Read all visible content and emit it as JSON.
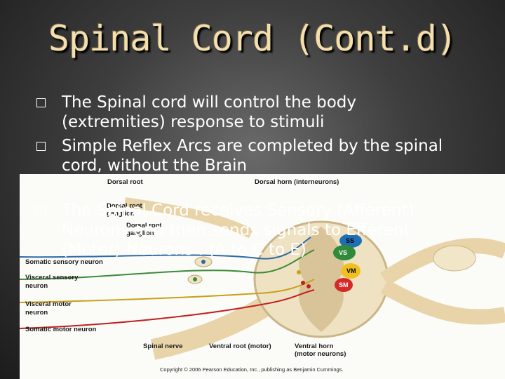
{
  "slide": {
    "title": "Spinal Cord (Cont.d)",
    "bullets": [
      {
        "line1": "The Spinal cord will control the body",
        "line2": "(extremities) response to stimuli"
      },
      {
        "line1": "Simple Reflex Arcs are completed by the spinal",
        "line2": "cord, without the Brain"
      },
      {
        "line1": "The Spinal Cord receives Sensory (Afferent)",
        "line2": "Neurons and then sends signals to Efferent",
        "line3": "(Motor) Neurons . (A to C to E)"
      }
    ]
  },
  "diagram": {
    "labels": {
      "dorsal_root": "Dorsal root",
      "dorsal_horn": "Dorsal horn (interneurons)",
      "dorsal_root_ganglion_1": "Dorsal root",
      "dorsal_root_ganglion_1b": "ganglion",
      "somatic_sensory": "Somatic sensory neuron",
      "visceral_sensory_1": "Visceral sensory",
      "visceral_sensory_2": "neuron",
      "dorsal_root_ganglion_2": "Dorsal root",
      "dorsal_root_ganglion_2b": "ganglion",
      "visceral_motor_1": "Visceral motor",
      "visceral_motor_2": "neuron",
      "somatic_motor": "Somatic motor neuron",
      "spinal_nerve": "Spinal nerve",
      "ventral_root": "Ventral root (motor)",
      "ventral_horn_1": "Ventral horn",
      "ventral_horn_2": "(motor neurons)",
      "copyright": "Copyright © 2006 Pearson Education, Inc., publishing as Benjamin Cummings."
    },
    "zones": {
      "ss": "SS",
      "vs": "VS",
      "vm": "VM",
      "sm": "SM"
    },
    "colors": {
      "ss": "#1f6fb5",
      "vs": "#2f8a3a",
      "vm": "#f0c020",
      "sm": "#d42a2a"
    }
  }
}
